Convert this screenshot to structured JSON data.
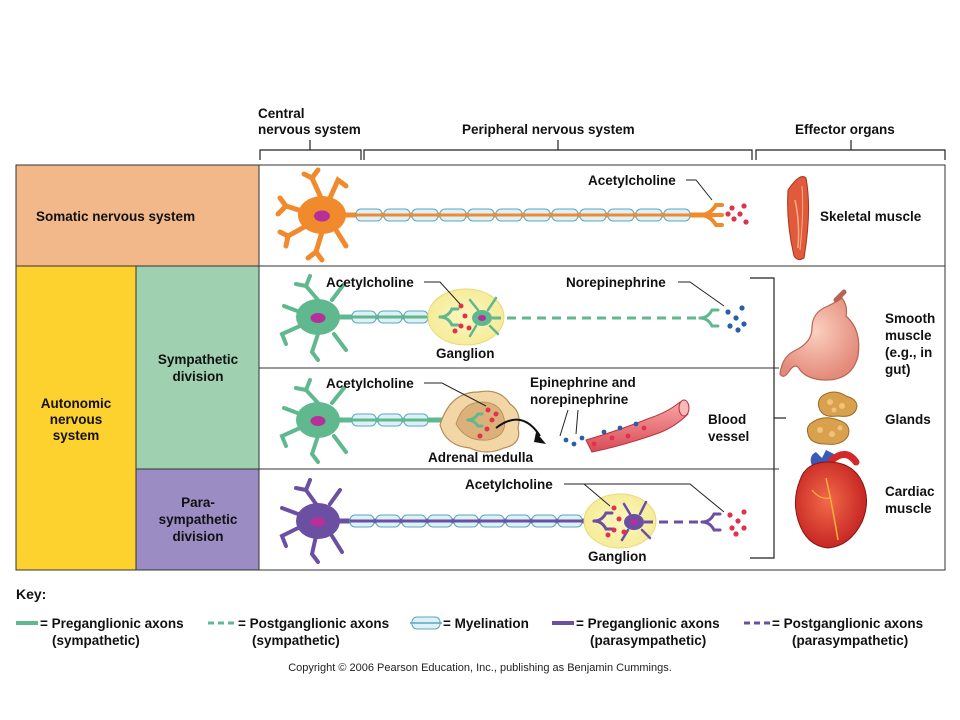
{
  "headers": {
    "cns_line1": "Central",
    "cns_line2": "nervous system",
    "pns": "Peripheral nervous system",
    "effector": "Effector organs"
  },
  "rows": {
    "somatic": "Somatic nervous system",
    "autonomic_line1": "Autonomic",
    "autonomic_line2": "nervous",
    "autonomic_line3": "system",
    "sympathetic_line1": "Sympathetic",
    "sympathetic_line2": "division",
    "para_line1": "Para-",
    "para_line2": "sympathetic",
    "para_line3": "division"
  },
  "labels": {
    "ach_somatic": "Acetylcholine",
    "skeletal_muscle": "Skeletal muscle",
    "ach_symp": "Acetylcholine",
    "norepinephrine": "Norepinephrine",
    "ganglion_symp": "Ganglion",
    "ach_adrenal": "Acetylcholine",
    "epi_line1": "Epinephrine and",
    "epi_line2": "norepinephrine",
    "blood_line1": "Blood",
    "blood_line2": "vessel",
    "adrenal_medulla": "Adrenal medulla",
    "ach_para": "Acetylcholine",
    "ganglion_para": "Ganglion",
    "smooth_line1": "Smooth",
    "smooth_line2": "muscle",
    "smooth_line3": "(e.g., in",
    "smooth_line4": "gut)",
    "glands": "Glands",
    "cardiac_line1": "Cardiac",
    "cardiac_line2": "muscle"
  },
  "key": {
    "title": "Key:",
    "pre_symp_line1": "= Preganglionic axons",
    "pre_symp_line2": "(sympathetic)",
    "post_symp_line1": "= Postganglionic axons",
    "post_symp_line2": "(sympathetic)",
    "myelination": "= Myelination",
    "pre_para_line1": "= Preganglionic axons",
    "pre_para_line2": "(parasympathetic)",
    "post_para_line1": "= Postganglionic axons",
    "post_para_line2": "(parasympathetic)"
  },
  "copyright": "Copyright © 2006 Pearson Education, Inc., publishing as Benjamin Cummings.",
  "colors": {
    "somatic_fill": "#f2b889",
    "autonomic_fill": "#fdd12e",
    "sympathetic_fill": "#9fd1b0",
    "para_fill": "#9b8cc4",
    "somatic_neuron": "#f08a2c",
    "sympathetic_neuron": "#5fb88e",
    "para_neuron": "#6a4fa3",
    "myelin": "#dff1f6"
  }
}
